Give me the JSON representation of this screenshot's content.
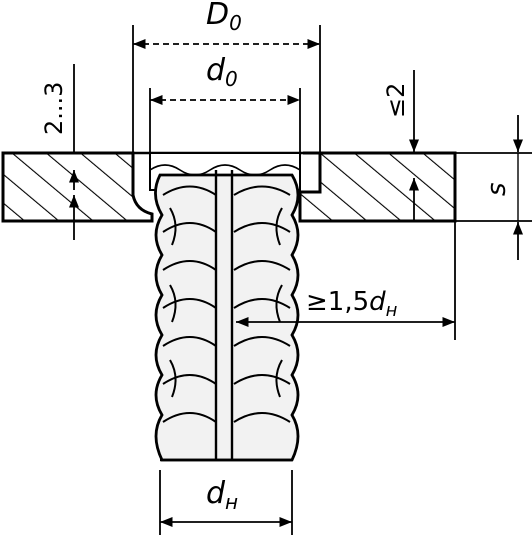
{
  "colors": {
    "ink": "#000000",
    "paper": "#ffffff"
  },
  "labels": {
    "D0_main": "D",
    "D0_sub": "0",
    "d0_main": "d",
    "d0_sub": "0",
    "range_2_3": "2...3",
    "le2": "≤2",
    "s": "s",
    "ge15_prefix": "≥1,5",
    "ge15_main": "d",
    "ge15_sub": "н",
    "dn_main": "d",
    "dn_sub": "н"
  }
}
